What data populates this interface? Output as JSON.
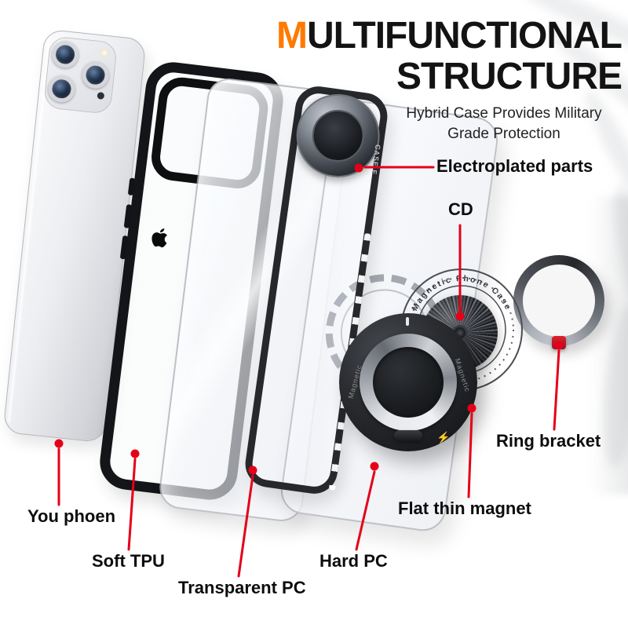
{
  "title": {
    "m": "M",
    "line1_rest": "ULTIFUNCTIONAL",
    "line2": "STRUCTURE"
  },
  "subtitle": {
    "line1": "Hybrid Case Provides Military",
    "line2": "Grade Protection"
  },
  "callouts": {
    "electroplated": "Electroplated parts",
    "cd": "CD",
    "ring_bracket": "Ring bracket",
    "flat_thin_magnet": "Flat thin magnet",
    "hard_pc": "Hard PC",
    "transparent_pc": "Transparent PC",
    "soft_tpu": "Soft TPU",
    "you_phone": "You phoen"
  },
  "decor": {
    "case_side_text": "CASE F",
    "magsafe_ring_text": "Magnetic Phone Case",
    "mount_text_left": "Magnetic",
    "mount_text_right": "Magnetic",
    "bolt": "⚡"
  },
  "colors": {
    "accent_red": "#e50019",
    "accent_orange": "#ff7a00",
    "ink": "#111111"
  }
}
